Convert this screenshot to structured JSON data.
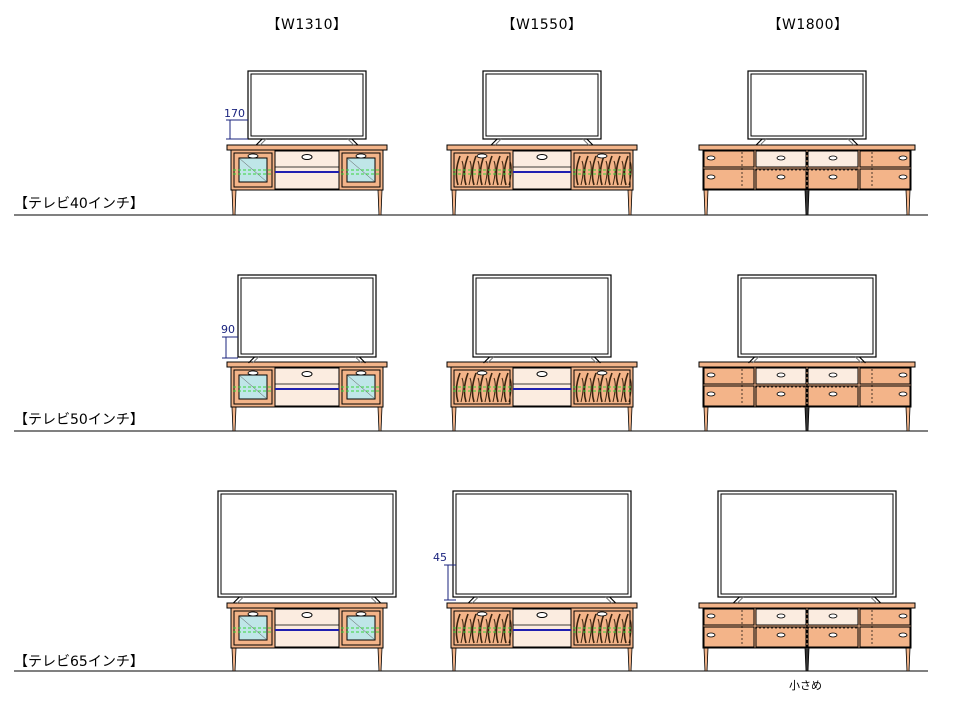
{
  "columns": [
    {
      "label": "【W1310】"
    },
    {
      "label": "【W1550】"
    },
    {
      "label": "【W1800】"
    }
  ],
  "rows": [
    {
      "label": "【テレビ40インチ】",
      "dimension": {
        "value": "170"
      }
    },
    {
      "label": "【テレビ50インチ】",
      "dimension": {
        "value": "90"
      }
    },
    {
      "label": "【テレビ65インチ】",
      "dimension": {
        "value": "45"
      }
    }
  ],
  "note": "小さめ",
  "colors": {
    "wood": "#f3b489",
    "wood_dark": "#9a5a2c",
    "panel_light": "#fbece0",
    "glass": "#bfe6e8",
    "blue_bar": "#1f1fb0",
    "dashed_green": "#3bd43b",
    "dim_blue": "#1a237e"
  },
  "icons": [
    "tv-screen-icon",
    "tv-stand-icon",
    "cabinet-icon",
    "drawer-handle-icon"
  ]
}
